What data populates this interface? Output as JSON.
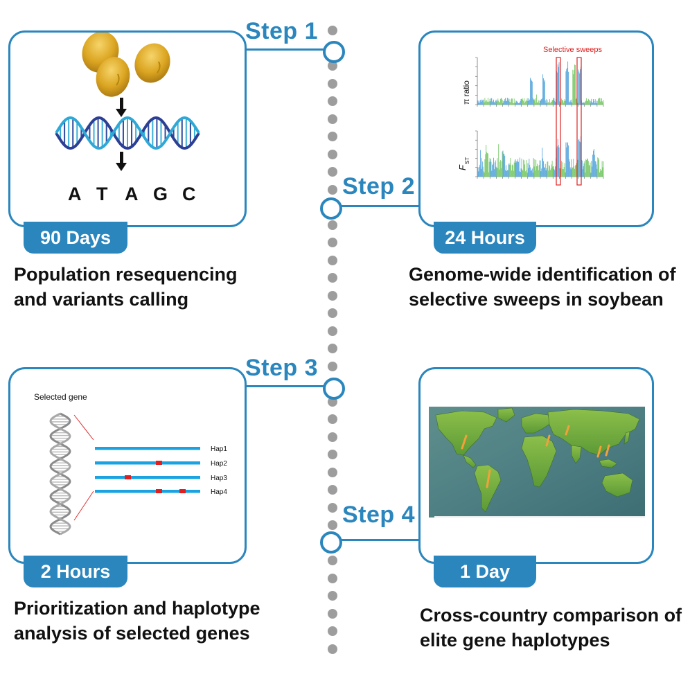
{
  "steps": [
    {
      "label": "Step 1",
      "duration": "90 Days",
      "caption": [
        "Population resequencing",
        "and variants calling"
      ]
    },
    {
      "label": "Step 2",
      "duration": "24 Hours",
      "caption": [
        "Genome-wide identification of",
        "selective sweeps in soybean"
      ]
    },
    {
      "label": "Step 3",
      "duration": "2 Hours",
      "caption": [
        "Prioritization and haplotype",
        "analysis of selected genes"
      ]
    },
    {
      "label": "Step 4",
      "duration": "1 Day",
      "caption": [
        "Cross-country comparison of",
        "elite gene haplotypes"
      ]
    }
  ],
  "panel1": {
    "bases": [
      "A",
      "T",
      "A",
      "G",
      "C"
    ]
  },
  "panel2": {
    "annotation": "Selective sweeps",
    "top_ylabel": "π ratio",
    "bottom_ylabel": "F",
    "bottom_ylabel_sub": "ST"
  },
  "panel3": {
    "title": "Selected gene",
    "haplotypes": [
      "Hap1",
      "Hap2",
      "Hap3",
      "Hap4"
    ]
  },
  "colors": {
    "accent": "#2a86bd",
    "timeline": "#9d9d9d",
    "sweep": "#e02020",
    "seed": "#d9a41e"
  }
}
